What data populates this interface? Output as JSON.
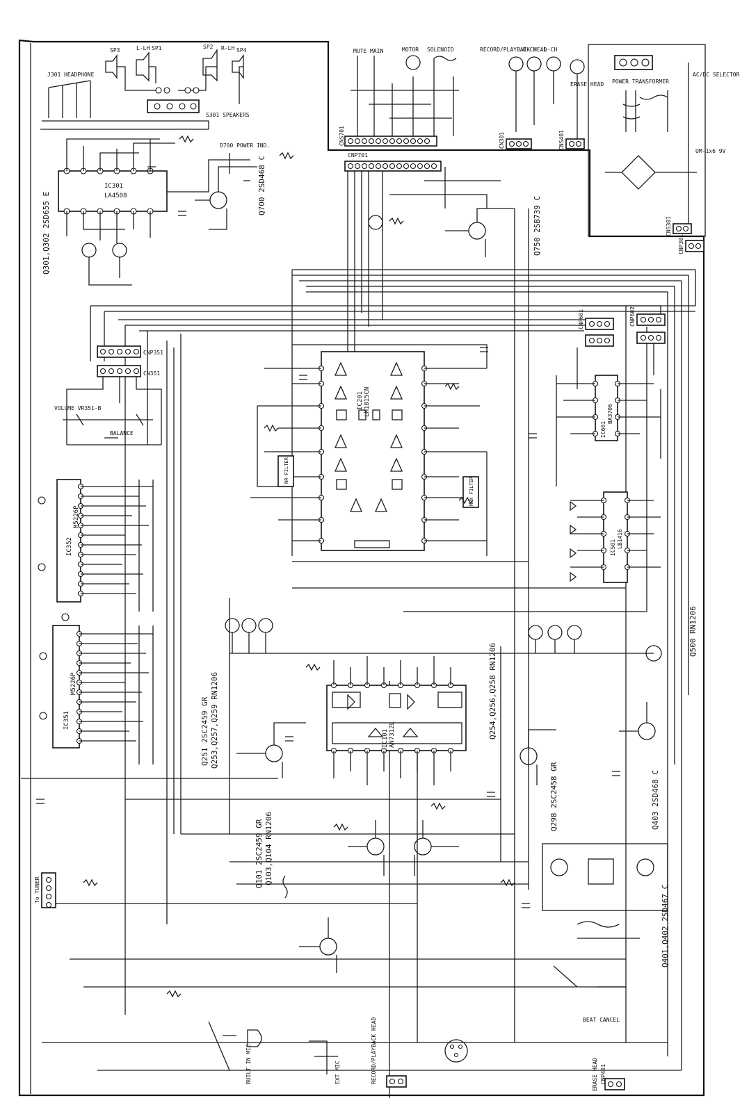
{
  "ics": [
    {
      "ref": "IC301",
      "part": "LA4508"
    },
    {
      "ref": "IC352",
      "part": "M5226P"
    },
    {
      "ref": "IC351",
      "part": "M5226P"
    },
    {
      "ref": "IC201",
      "part": "LM1815CN"
    },
    {
      "ref": "IC101",
      "part": "AN7312L"
    },
    {
      "ref": "IC601",
      "part": "BA3706"
    },
    {
      "ref": "IC501",
      "part": "LB1416"
    }
  ],
  "transistor_notes": [
    {
      "text": "Q301,Q302  2SD655 E"
    },
    {
      "text": "Q700  2SD468  C"
    },
    {
      "text": "Q750  2SB739  C"
    },
    {
      "text": "Q500  RN1206"
    },
    {
      "text": "Q251  2SC2459 GR"
    },
    {
      "text": "Q253,Q257,Q259  RN1206"
    },
    {
      "text": "Q254,Q256,Q258  RN1206"
    },
    {
      "text": "Q298  2SC2458 GR"
    },
    {
      "text": "Q403  2SD468  C"
    },
    {
      "text": "Q101  2SC2459 GR"
    },
    {
      "text": "Q103,Q104  RN1206"
    },
    {
      "text": "Q401,Q402  2SD467 C"
    }
  ],
  "connectors": [
    {
      "text": "CN351"
    },
    {
      "text": "CNP351"
    },
    {
      "text": "CNP701"
    },
    {
      "text": "CNS701"
    },
    {
      "text": "CNP601"
    },
    {
      "text": "CNP602"
    },
    {
      "text": "CN301"
    },
    {
      "text": "CNP301"
    },
    {
      "text": "CNP401"
    },
    {
      "text": "CNS401"
    },
    {
      "text": "CNS301"
    }
  ],
  "labels": [
    {
      "text": "SP3"
    },
    {
      "text": "L-LH"
    },
    {
      "text": "SP1"
    },
    {
      "text": "SP2"
    },
    {
      "text": "R-LH"
    },
    {
      "text": "SP4"
    },
    {
      "text": "J301 HEADPHONE"
    },
    {
      "text": "S301 SPEAKERS"
    },
    {
      "text": "D700 POWER IND."
    },
    {
      "text": "MUTE"
    },
    {
      "text": "MAIN"
    },
    {
      "text": "MOTOR"
    },
    {
      "text": "SOLENOID"
    },
    {
      "text": "RECORD/PLAYBACK HEAD"
    },
    {
      "text": "R-CH"
    },
    {
      "text": "L-CH"
    },
    {
      "text": "ERASE HEAD"
    },
    {
      "text": "AC/DC SELECTOR"
    },
    {
      "text": "POWER TRANSFORMER"
    },
    {
      "text": "UM-1x6 9V"
    },
    {
      "text": "VOLUME VR351-B"
    },
    {
      "text": "BALANCE"
    },
    {
      "text": "To TUNER"
    },
    {
      "text": "BUILT IN MIC"
    },
    {
      "text": "EXT MIC"
    },
    {
      "text": "RECORD/PLAYBACK HEAD"
    },
    {
      "text": "ERASE HEAD"
    },
    {
      "text": "BEAT CANCEL"
    },
    {
      "text": "NR FILTER"
    },
    {
      "text": "MPX FILTER"
    }
  ]
}
